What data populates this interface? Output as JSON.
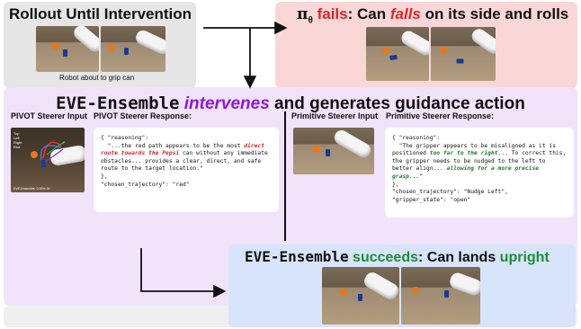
{
  "rollout": {
    "title": "Rollout Until Intervention",
    "caption": "Robot about to grip can"
  },
  "fail": {
    "pi": "π",
    "theta": "θ",
    "fails_word": "fails",
    "prefix": ": Can ",
    "falls_word": "falls",
    "suffix": " on its side and rolls"
  },
  "eve": {
    "name": "EVE-Ensemble",
    "intervenes": "intervenes",
    "rest": " and generates guidance action"
  },
  "pivot": {
    "input_label": "PIVOT Steerer Input",
    "response_label": "PIVOT Steerer Response:",
    "legend": [
      "Top",
      "Left",
      "Right",
      "Red"
    ],
    "overlay_text": "EVE-Ensemble: 0.00% 00",
    "code_open": "{ \"reasoning\":",
    "code_line1": "  \"...the red path appears to be the most",
    "code_highlight": "direct route towards the Pepsi",
    "code_line2": " can without any immediate obstacles... provides a clear, direct, and safe route to the target location.\"",
    "code_close": "},",
    "code_choice": "\"chosen_trajectory\": \"red\""
  },
  "primitive": {
    "input_label": "Primitive Steerer Input",
    "response_label": "Primitive Steerer Response:",
    "code_open": "{ \"reasoning\":",
    "code_line1": "  \"The gripper appears to be misaligned as it is positioned ",
    "code_highlight1": "too far to the right",
    "code_line2": "... To correct this, the gripper needs to be nudged to the left to better align... ",
    "code_highlight2": "allowing for a more precise grasp...",
    "code_line3": "\"",
    "code_close": "},",
    "code_choice": "\"chosen_trajectory\": \"Nudge Left\",",
    "code_gripper": "\"gripper_state\": \"open\""
  },
  "success": {
    "name": "EVE-Ensemble",
    "succeeds": "succeeds",
    "middle": ": Can lands ",
    "upright": "upright"
  },
  "colors": {
    "red": "#d6262b",
    "purple": "#8a1ad6",
    "green": "#1e8c34",
    "rollout_bg": "#e6e6e6",
    "fail_bg": "#fad7d7",
    "eve_bg": "#f1e3fa",
    "success_bg": "#d8e4fb"
  }
}
